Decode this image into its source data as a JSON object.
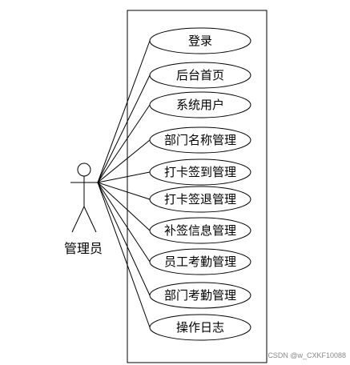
{
  "actor": {
    "label": "管理员"
  },
  "use_cases": [
    {
      "id": "login",
      "label": "登录"
    },
    {
      "id": "home",
      "label": "后台首页"
    },
    {
      "id": "users",
      "label": "系统用户"
    },
    {
      "id": "dept-name",
      "label": "部门名称管理"
    },
    {
      "id": "clock-in",
      "label": "打卡签到管理"
    },
    {
      "id": "clock-out",
      "label": "打卡签退管理"
    },
    {
      "id": "makeup",
      "label": "补签信息管理"
    },
    {
      "id": "emp-attendance",
      "label": "员工考勤管理"
    },
    {
      "id": "dept-attendance",
      "label": "部门考勤管理"
    },
    {
      "id": "logs",
      "label": "操作日志"
    }
  ],
  "watermark": "CSDN @w_CXKF10088"
}
